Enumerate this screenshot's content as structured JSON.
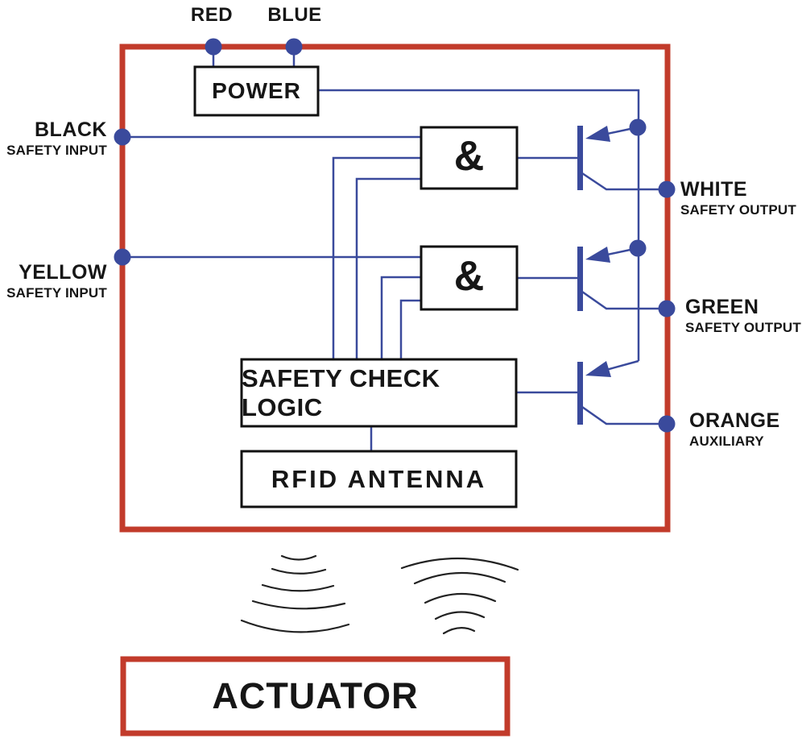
{
  "colors": {
    "enclosure_red": "#c23b2b",
    "wire_blue": "#3a4a9c",
    "text_ink": "#161616"
  },
  "pins": {
    "red": {
      "label": "RED"
    },
    "blue": {
      "label": "BLUE"
    },
    "black": {
      "label": "BLACK",
      "sublabel": "SAFETY INPUT"
    },
    "yellow": {
      "label": "YELLOW",
      "sublabel": "SAFETY INPUT"
    },
    "white": {
      "label": "WHITE",
      "sublabel": "SAFETY OUTPUT"
    },
    "green": {
      "label": "GREEN",
      "sublabel": "SAFETY OUTPUT"
    },
    "orange": {
      "label": "ORANGE",
      "sublabel": "AUXILIARY"
    }
  },
  "blocks": {
    "power": "POWER",
    "and_gate_1": "&",
    "and_gate_2": "&",
    "safety_check_logic": "SAFETY CHECK LOGIC",
    "rfid_antenna": "RFID ANTENNA",
    "actuator": "ACTUATOR"
  }
}
